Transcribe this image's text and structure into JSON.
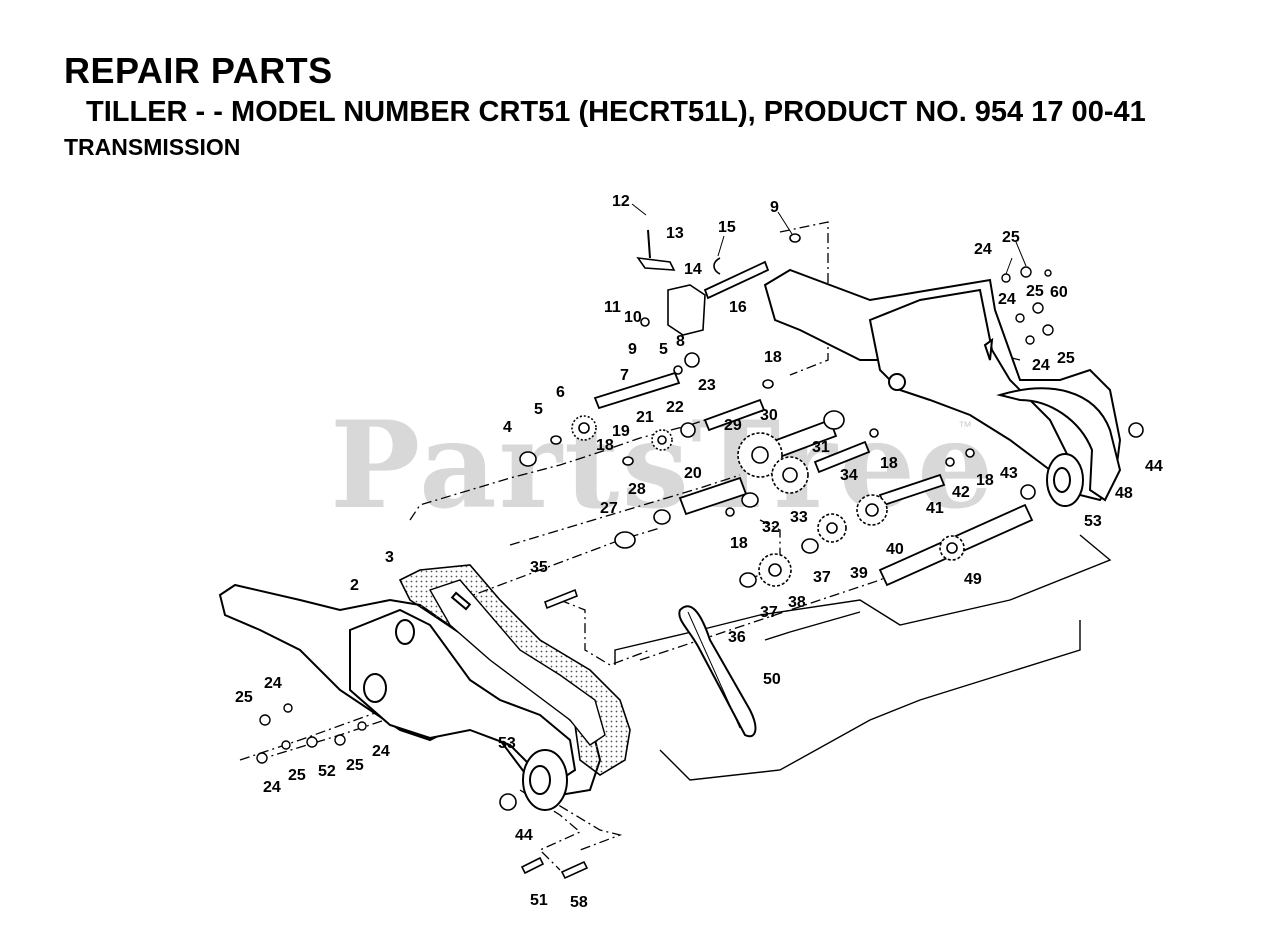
{
  "header": {
    "title": "REPAIR PARTS",
    "model_line": "TILLER - - MODEL NUMBER CRT51 (HECRT51L), PRODUCT NO. 954 17 00-41",
    "section": "TRANSMISSION"
  },
  "watermark": {
    "text": "PartsTree",
    "mark": "™"
  },
  "callouts": [
    "12",
    "13",
    "15",
    "9",
    "14",
    "11",
    "10",
    "16",
    "9",
    "8",
    "5",
    "7",
    "18",
    "23",
    "6",
    "5",
    "21",
    "22",
    "4",
    "19",
    "18",
    "20",
    "29",
    "30",
    "31",
    "34",
    "18",
    "28",
    "27",
    "33",
    "32",
    "18",
    "24",
    "25",
    "24",
    "25",
    "60",
    "24",
    "25",
    "44",
    "48",
    "53",
    "43",
    "18",
    "42",
    "41",
    "40",
    "39",
    "37",
    "38",
    "37",
    "36",
    "49",
    "35",
    "3",
    "2",
    "50",
    "25",
    "24",
    "53",
    "24",
    "25",
    "52",
    "25",
    "24",
    "44",
    "51",
    "58"
  ],
  "colors": {
    "line": "#000000",
    "watermark": "#cfcfcf",
    "fill": "#ffffff",
    "stipple": "#555555"
  }
}
